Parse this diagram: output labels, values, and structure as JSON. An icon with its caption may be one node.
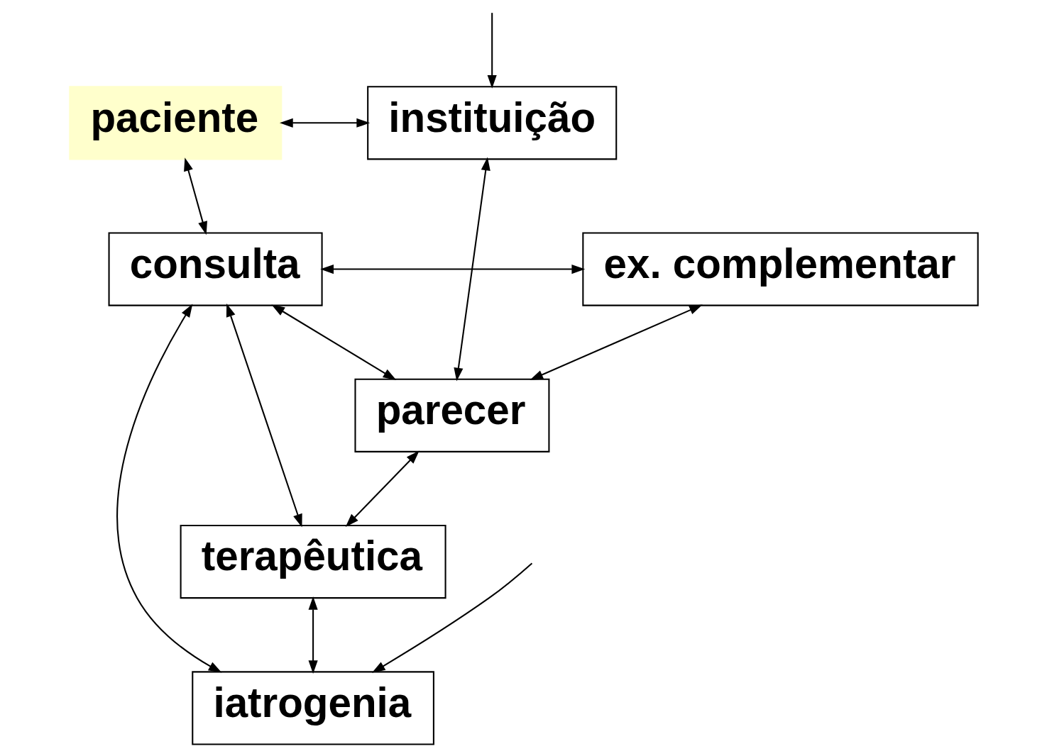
{
  "diagram": {
    "nodes": [
      {
        "text": [
          "paciente"
        ]
      },
      {
        "text": [
          "instituição"
        ]
      },
      {
        "text": [
          "ex. complementar"
        ]
      },
      {
        "text": [
          "consulta"
        ]
      },
      {
        "text": [
          "parecer"
        ]
      },
      {
        "text": [
          "terapêutica"
        ]
      },
      {
        "text": [
          "iatrogenia"
        ]
      }
    ],
    "edges": [
      {
        "from": 0,
        "to": 1,
        "arrow": "both"
      },
      {
        "from": null,
        "to": 1,
        "arrow": "to"
      },
      {
        "from": 0,
        "to": 3,
        "arrow": "both"
      },
      {
        "from": 3,
        "to": 2,
        "arrow": "both"
      },
      {
        "from": 3,
        "to": 4,
        "arrow": "both"
      },
      {
        "from": 2,
        "to": 4,
        "arrow": "both"
      },
      {
        "from": 1,
        "to": 4,
        "arrow": "both"
      },
      {
        "from": 4,
        "to": 5,
        "arrow": "both"
      },
      {
        "from": 3,
        "to": 5,
        "arrow": "both"
      },
      {
        "from": 5,
        "to": 6,
        "arrow": "both"
      },
      {
        "from": 6,
        "to": 3,
        "arrow": "both"
      },
      {
        "from": null,
        "to": 6,
        "arrow": "to"
      }
    ]
  }
}
